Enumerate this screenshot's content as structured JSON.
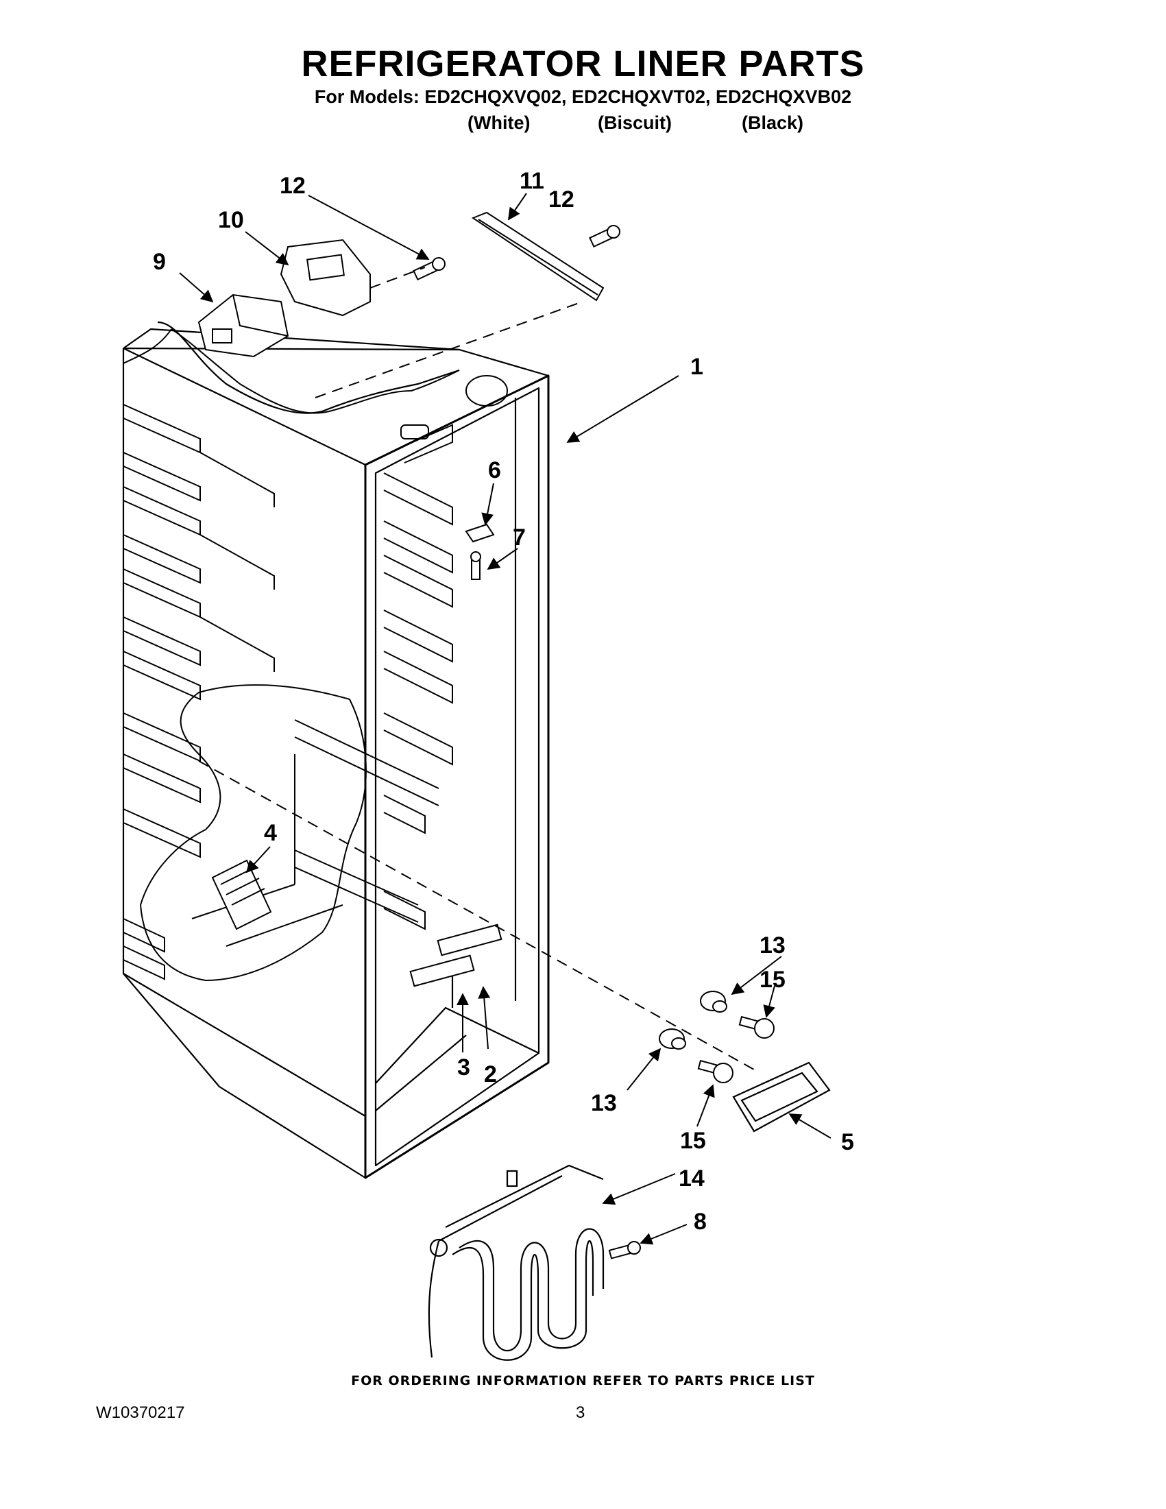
{
  "header": {
    "title": "REFRIGERATOR LINER PARTS",
    "models_line": "For Models: ED2CHQXVQ02, ED2CHQXVT02, ED2CHQXVB02",
    "variants": [
      "(White)",
      "(Biscuit)",
      "(Black)"
    ]
  },
  "callouts": [
    {
      "id": "c1",
      "label": "1"
    },
    {
      "id": "c2",
      "label": "2"
    },
    {
      "id": "c3",
      "label": "3"
    },
    {
      "id": "c4",
      "label": "4"
    },
    {
      "id": "c5",
      "label": "5"
    },
    {
      "id": "c6",
      "label": "6"
    },
    {
      "id": "c7",
      "label": "7"
    },
    {
      "id": "c8",
      "label": "8"
    },
    {
      "id": "c9",
      "label": "9"
    },
    {
      "id": "c10",
      "label": "10"
    },
    {
      "id": "c11",
      "label": "11"
    },
    {
      "id": "c12a",
      "label": "12"
    },
    {
      "id": "c12b",
      "label": "12"
    },
    {
      "id": "c13a",
      "label": "13"
    },
    {
      "id": "c13b",
      "label": "13"
    },
    {
      "id": "c14",
      "label": "14"
    },
    {
      "id": "c15a",
      "label": "15"
    },
    {
      "id": "c15b",
      "label": "15"
    }
  ],
  "footer": {
    "ordering_note": "FOR ORDERING INFORMATION REFER TO PARTS PRICE LIST",
    "document_number": "W10370217",
    "page_number": "3"
  }
}
